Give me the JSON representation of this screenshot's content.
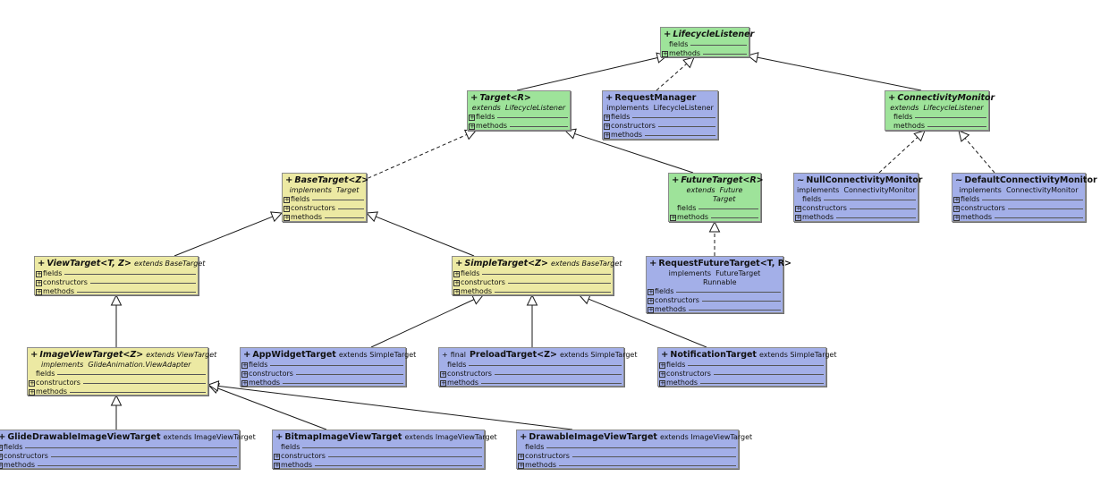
{
  "diagram": {
    "classes": {
      "LifecycleListener": {
        "visibility": "+",
        "name": "LifecycleListener",
        "relation": "",
        "relation_target": "",
        "sections": [
          "fields",
          "methods"
        ]
      },
      "Target": {
        "visibility": "+",
        "name": "Target<R>",
        "relation": "extends",
        "relation_target": "LifecycleListener",
        "sections": [
          "fields",
          "methods"
        ]
      },
      "RequestManager": {
        "visibility": "+",
        "name": "RequestManager",
        "relation": "implements",
        "relation_target": "LifecycleListener",
        "sections": [
          "fields",
          "constructors",
          "methods"
        ]
      },
      "ConnectivityMonitor": {
        "visibility": "+",
        "name": "ConnectivityMonitor",
        "relation": "extends",
        "relation_target": "LifecycleListener",
        "sections": [
          "fields",
          "methods"
        ]
      },
      "BaseTarget": {
        "visibility": "+",
        "name": "BaseTarget<Z>",
        "relation": "implements",
        "relation_target": "Target",
        "sections": [
          "fields",
          "constructors",
          "methods"
        ]
      },
      "FutureTarget": {
        "visibility": "+",
        "name": "FutureTarget<R>",
        "relation": "extends",
        "relation_target": "Future",
        "relation_target2": "Target",
        "sections": [
          "fields",
          "methods"
        ]
      },
      "NullConnectivityMonitor": {
        "visibility": "~",
        "name": "NullConnectivityMonitor",
        "relation": "implements",
        "relation_target": "ConnectivityMonitor",
        "sections": [
          "fields",
          "constructors",
          "methods"
        ]
      },
      "DefaultConnectivityMonitor": {
        "visibility": "~",
        "name": "DefaultConnectivityMonitor",
        "relation": "implements",
        "relation_target": "ConnectivityMonitor",
        "sections": [
          "fields",
          "constructors",
          "methods"
        ]
      },
      "ViewTarget": {
        "visibility": "+",
        "name": "ViewTarget<T, Z>",
        "relation": "extends",
        "relation_target": "BaseTarget",
        "sections": [
          "fields",
          "constructors",
          "methods"
        ]
      },
      "SimpleTarget": {
        "visibility": "+",
        "name": "SimpleTarget<Z>",
        "relation": "extends",
        "relation_target": "BaseTarget",
        "sections": [
          "fields",
          "constructors",
          "methods"
        ]
      },
      "RequestFutureTarget": {
        "visibility": "+",
        "name": "RequestFutureTarget<T, R>",
        "relation": "implements",
        "relation_target": "FutureTarget",
        "relation_target2": "Runnable",
        "sections": [
          "fields",
          "constructors",
          "methods"
        ]
      },
      "ImageViewTarget": {
        "visibility": "+",
        "name": "ImageViewTarget<Z>",
        "relation": "extends",
        "relation_target": "ViewTarget",
        "relation2": "implements",
        "relation2_target": "GlideAnimation.ViewAdapter",
        "sections": [
          "fields",
          "constructors",
          "methods"
        ]
      },
      "AppWidgetTarget": {
        "visibility": "+",
        "name": "AppWidgetTarget",
        "relation": "extends",
        "relation_target": "SimpleTarget",
        "sections": [
          "fields",
          "constructors",
          "methods"
        ]
      },
      "PreloadTarget": {
        "visibility": "+",
        "modifier": "final",
        "name": "PreloadTarget<Z>",
        "relation": "extends",
        "relation_target": "SimpleTarget",
        "sections": [
          "fields",
          "constructors",
          "methods"
        ]
      },
      "NotificationTarget": {
        "visibility": "+",
        "name": "NotificationTarget",
        "relation": "extends",
        "relation_target": "SimpleTarget",
        "sections": [
          "fields",
          "constructors",
          "methods"
        ]
      },
      "GlideDrawableImageViewTarget": {
        "visibility": "+",
        "name": "GlideDrawableImageViewTarget",
        "relation": "extends",
        "relation_target": "ImageViewTarget",
        "sections": [
          "fields",
          "constructors",
          "methods"
        ]
      },
      "BitmapImageViewTarget": {
        "visibility": "+",
        "name": "BitmapImageViewTarget",
        "relation": "extends",
        "relation_target": "ImageViewTarget",
        "sections": [
          "fields",
          "constructors",
          "methods"
        ]
      },
      "DrawableImageViewTarget": {
        "visibility": "+",
        "name": "DrawableImageViewTarget",
        "relation": "extends",
        "relation_target": "ImageViewTarget",
        "sections": [
          "fields",
          "constructors",
          "methods"
        ]
      }
    },
    "edges": [
      {
        "from": "Target",
        "to": "LifecycleListener",
        "kind": "extends"
      },
      {
        "from": "RequestManager",
        "to": "LifecycleListener",
        "kind": "implements"
      },
      {
        "from": "ConnectivityMonitor",
        "to": "LifecycleListener",
        "kind": "extends"
      },
      {
        "from": "BaseTarget",
        "to": "Target",
        "kind": "implements"
      },
      {
        "from": "FutureTarget",
        "to": "Target",
        "kind": "extends"
      },
      {
        "from": "NullConnectivityMonitor",
        "to": "ConnectivityMonitor",
        "kind": "implements"
      },
      {
        "from": "DefaultConnectivityMonitor",
        "to": "ConnectivityMonitor",
        "kind": "implements"
      },
      {
        "from": "ViewTarget",
        "to": "BaseTarget",
        "kind": "extends"
      },
      {
        "from": "SimpleTarget",
        "to": "BaseTarget",
        "kind": "extends"
      },
      {
        "from": "RequestFutureTarget",
        "to": "FutureTarget",
        "kind": "implements"
      },
      {
        "from": "ImageViewTarget",
        "to": "ViewTarget",
        "kind": "extends"
      },
      {
        "from": "AppWidgetTarget",
        "to": "SimpleTarget",
        "kind": "extends"
      },
      {
        "from": "PreloadTarget",
        "to": "SimpleTarget",
        "kind": "extends"
      },
      {
        "from": "NotificationTarget",
        "to": "SimpleTarget",
        "kind": "extends"
      },
      {
        "from": "GlideDrawableImageViewTarget",
        "to": "ImageViewTarget",
        "kind": "extends"
      },
      {
        "from": "BitmapImageViewTarget",
        "to": "ImageViewTarget",
        "kind": "extends"
      },
      {
        "from": "DrawableImageViewTarget",
        "to": "ImageViewTarget",
        "kind": "extends"
      }
    ]
  }
}
